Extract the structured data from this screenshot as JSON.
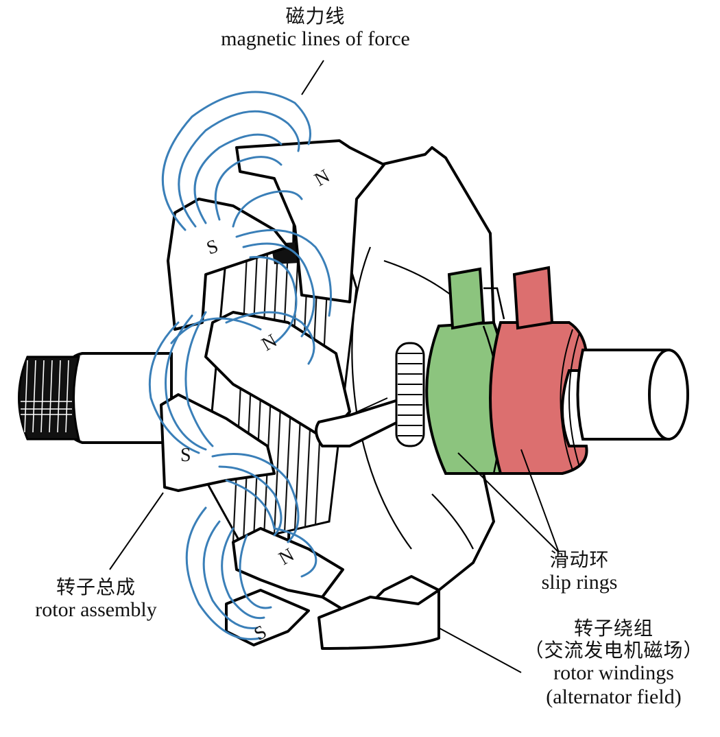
{
  "diagram": {
    "subject": "alternator rotor",
    "colors": {
      "flux_lines": "#3a7fb8",
      "slip_ring_green": "#8cc47e",
      "slip_ring_red": "#dc6f6f",
      "outline": "#000000"
    },
    "labels": {
      "magnetic_lines": {
        "zh": "磁力线",
        "en": "magnetic lines of force"
      },
      "rotor_assembly": {
        "zh": "转子总成",
        "en": "rotor assembly"
      },
      "slip_rings": {
        "zh": "滑动环",
        "en": "slip rings"
      },
      "rotor_windings": {
        "zh": "转子绕组",
        "zh_sub": "（交流发电机磁场）",
        "en": "rotor windings",
        "en_sub": "(alternator field)"
      }
    },
    "poles": [
      "N",
      "S",
      "N",
      "S",
      "N",
      "S"
    ]
  }
}
